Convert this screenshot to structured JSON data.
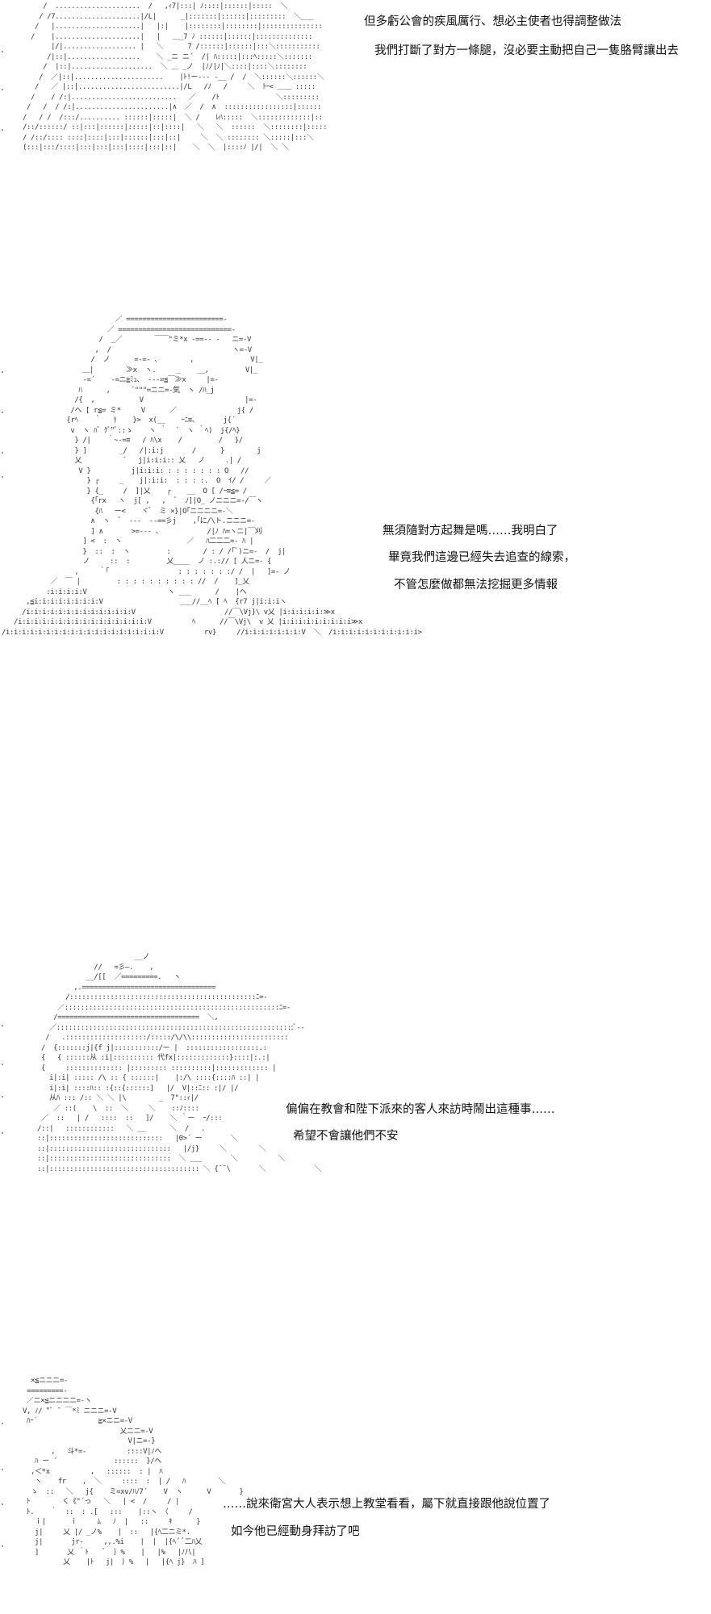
{
  "panels": [
    {
      "id": "p1",
      "lines": [
        "但多虧公會的疾風厲行、想必主使者也得調整做法",
        "我們打斷了對方一條腿，沒必要主動把自己一隻胳臂讓出去"
      ]
    },
    {
      "id": "p2",
      "lines": [
        "無須隨對方起舞是嗎……我明白了",
        "畢竟我們這邊已經失去追查的線索，",
        "不管怎麼做都無法挖掘更多情報"
      ]
    },
    {
      "id": "p3",
      "lines": [
        "偏偏在教會和陛下派來的客人來訪時鬧出這種事……",
        "希望不會讓他們不安"
      ]
    },
    {
      "id": "p4",
      "lines": [
        "……說來衛宮大人表示想上教堂看看，屬下就直接跟他說位置了",
        "如今他已經動身拜訪了吧"
      ]
    }
  ]
}
